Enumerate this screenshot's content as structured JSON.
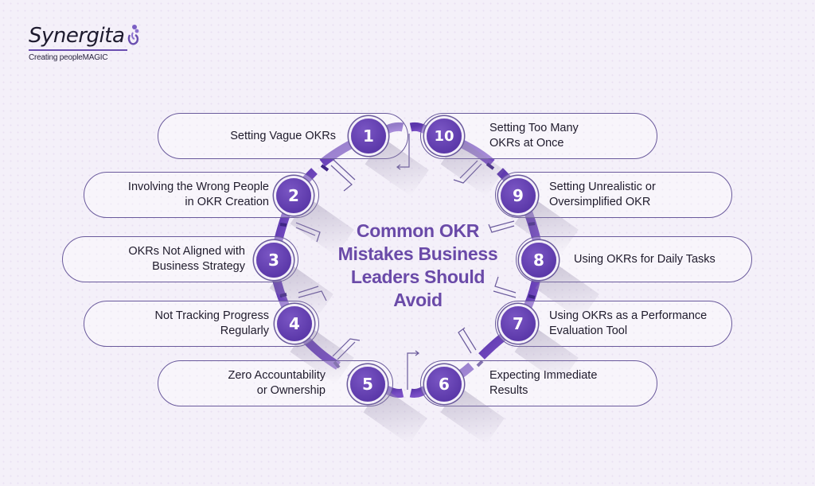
{
  "brand": {
    "name": "Synergita",
    "tagline": "Creating peopleMAGIC",
    "accent_color": "#6b4fb0",
    "circle_color": "#5e3aad",
    "title_color": "#6a4aa8",
    "background_color": "#f4f0f9"
  },
  "diagram": {
    "title": "Common OKR Mistakes Business Leaders Should Avoid",
    "title_lines": [
      "Common OKR",
      "Mistakes Business",
      "Leaders Should",
      "Avoid"
    ],
    "items": [
      {
        "number": "1",
        "lines": [
          "Setting Vague OKRs"
        ]
      },
      {
        "number": "2",
        "lines": [
          "Involving the Wrong People",
          "in OKR Creation"
        ]
      },
      {
        "number": "3",
        "lines": [
          "OKRs Not Aligned with",
          "Business Strategy"
        ]
      },
      {
        "number": "4",
        "lines": [
          "Not Tracking Progress",
          "Regularly"
        ]
      },
      {
        "number": "5",
        "lines": [
          "Zero Accountability",
          "or Ownership"
        ]
      },
      {
        "number": "6",
        "lines": [
          "Expecting Immediate",
          "Results"
        ]
      },
      {
        "number": "7",
        "lines": [
          "Using OKRs as a Performance",
          "Evaluation Tool"
        ]
      },
      {
        "number": "8",
        "lines": [
          "Using OKRs for Daily Tasks"
        ]
      },
      {
        "number": "9",
        "lines": [
          "Setting Unrealistic or",
          "Oversimplified OKR"
        ]
      },
      {
        "number": "10",
        "lines": [
          "Setting Too Many",
          "OKRs at Once"
        ]
      }
    ]
  }
}
